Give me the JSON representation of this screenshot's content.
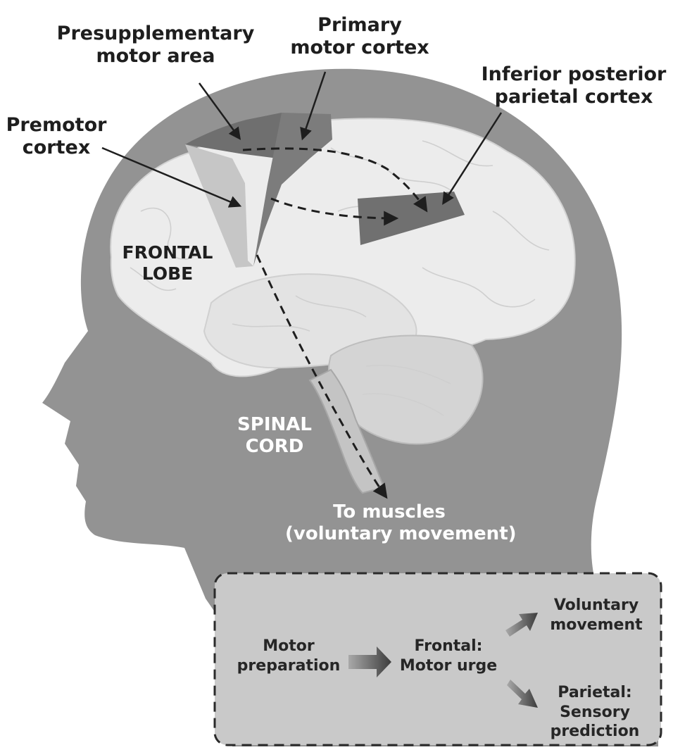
{
  "labels": {
    "presupplementary": [
      "Presupplementary",
      "motor area"
    ],
    "primary": [
      "Primary",
      "motor cortex"
    ],
    "inferior": [
      "Inferior posterior",
      "parietal cortex"
    ],
    "premotor": [
      "Premotor",
      "cortex"
    ],
    "frontal": [
      "FRONTAL",
      "LOBE"
    ],
    "spinal": [
      "SPINAL",
      "CORD"
    ],
    "muscles": [
      "To muscles",
      "(voluntary movement)"
    ]
  },
  "flow": {
    "motor_preparation": [
      "Motor",
      "preparation"
    ],
    "frontal_urge": [
      "Frontal:",
      "Motor urge"
    ],
    "voluntary": [
      "Voluntary",
      "movement"
    ],
    "parietal": [
      "Parietal:",
      "Sensory",
      "prediction"
    ]
  },
  "colors": {
    "head": "#939393",
    "brain": "#ececec",
    "region_dark": "#6f6f6f",
    "region_mid": "#7c7c7c",
    "premotor_band": "#c6c6c6",
    "box_fill": "#c9c9c9"
  }
}
